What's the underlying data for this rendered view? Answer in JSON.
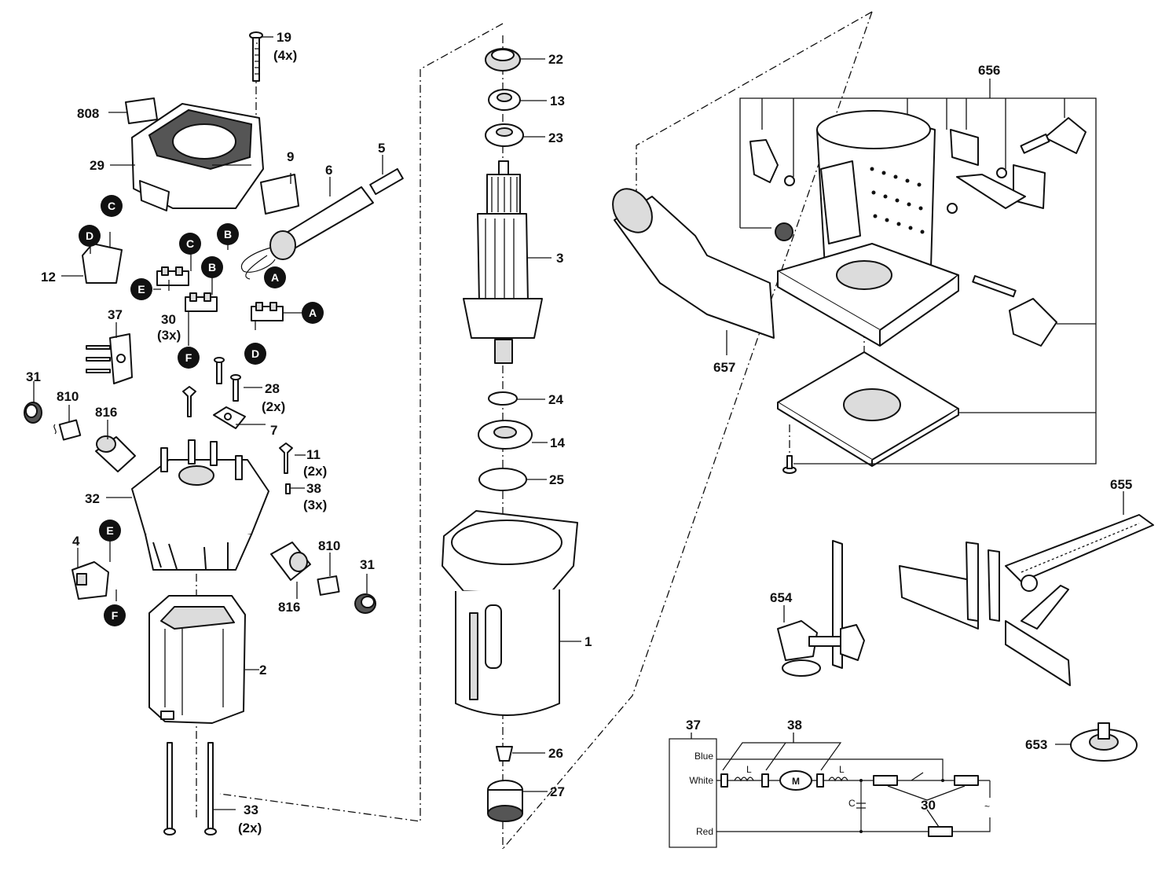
{
  "callouts": [
    {
      "id": "c19",
      "num": "19",
      "qty": "(4x)"
    },
    {
      "id": "c808",
      "num": "808",
      "qty": ""
    },
    {
      "id": "c29",
      "num": "29",
      "qty": ""
    },
    {
      "id": "c9",
      "num": "9",
      "qty": ""
    },
    {
      "id": "c6",
      "num": "6",
      "qty": ""
    },
    {
      "id": "c5",
      "num": "5",
      "qty": ""
    },
    {
      "id": "c12",
      "num": "12",
      "qty": ""
    },
    {
      "id": "c30",
      "num": "30",
      "qty": "(3x)"
    },
    {
      "id": "c37",
      "num": "37",
      "qty": ""
    },
    {
      "id": "c31a",
      "num": "31",
      "qty": ""
    },
    {
      "id": "c810a",
      "num": "810",
      "qty": ""
    },
    {
      "id": "c816a",
      "num": "816",
      "qty": ""
    },
    {
      "id": "c28",
      "num": "28",
      "qty": "(2x)"
    },
    {
      "id": "c7",
      "num": "7",
      "qty": ""
    },
    {
      "id": "c11",
      "num": "11",
      "qty": "(2x)"
    },
    {
      "id": "c38",
      "num": "38",
      "qty": "(3x)"
    },
    {
      "id": "c32",
      "num": "32",
      "qty": ""
    },
    {
      "id": "c4",
      "num": "4",
      "qty": ""
    },
    {
      "id": "c810b",
      "num": "810",
      "qty": ""
    },
    {
      "id": "c31b",
      "num": "31",
      "qty": ""
    },
    {
      "id": "c816b",
      "num": "816",
      "qty": ""
    },
    {
      "id": "c2",
      "num": "2",
      "qty": ""
    },
    {
      "id": "c33",
      "num": "33",
      "qty": "(2x)"
    },
    {
      "id": "c22",
      "num": "22",
      "qty": ""
    },
    {
      "id": "c13",
      "num": "13",
      "qty": ""
    },
    {
      "id": "c23",
      "num": "23",
      "qty": ""
    },
    {
      "id": "c3",
      "num": "3",
      "qty": ""
    },
    {
      "id": "c24",
      "num": "24",
      "qty": ""
    },
    {
      "id": "c14",
      "num": "14",
      "qty": ""
    },
    {
      "id": "c25",
      "num": "25",
      "qty": ""
    },
    {
      "id": "c1",
      "num": "1",
      "qty": ""
    },
    {
      "id": "c26",
      "num": "26",
      "qty": ""
    },
    {
      "id": "c27",
      "num": "27",
      "qty": ""
    },
    {
      "id": "c656",
      "num": "656",
      "qty": ""
    },
    {
      "id": "c657",
      "num": "657",
      "qty": ""
    },
    {
      "id": "c655",
      "num": "655",
      "qty": ""
    },
    {
      "id": "c654",
      "num": "654",
      "qty": ""
    },
    {
      "id": "c653",
      "num": "653",
      "qty": ""
    }
  ],
  "connector_badges": [
    "A",
    "B",
    "C",
    "D",
    "E",
    "F"
  ],
  "wiring": {
    "labels": {
      "blue": "Blue",
      "white": "White",
      "red": "Red",
      "motor": "M",
      "ac": "~",
      "cap": "C",
      "choke": "L"
    },
    "callouts": {
      "brush_holder": "37",
      "choke": "38",
      "terminal": "30"
    }
  }
}
